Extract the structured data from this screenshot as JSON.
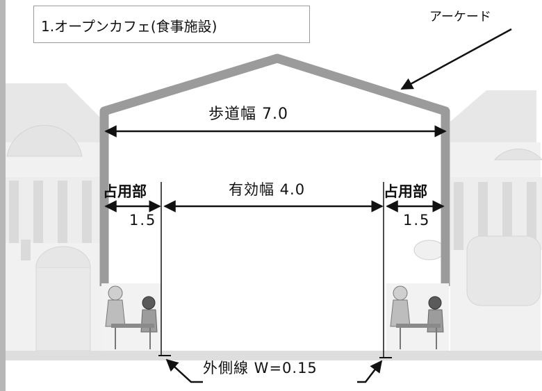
{
  "title": "1.オープンカフェ(食事施設)",
  "arcade_label": "アーケード",
  "sidewalk_width": "歩道幅 7.0",
  "effective_width": "有効幅 4.0",
  "occupied_left": {
    "label": "占用部",
    "width": "1.5"
  },
  "occupied_right": {
    "label": "占用部",
    "width": "1.5"
  },
  "outer_line": "外側線 W=0.15",
  "colors": {
    "arcade": "#9b9b9b",
    "arrow": "#111111",
    "background_art": "#dcdcdc"
  }
}
